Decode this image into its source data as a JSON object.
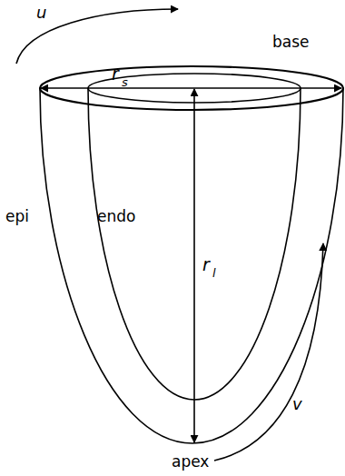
{
  "diagram": {
    "labels": [
      "u",
      "base",
      "r",
      "s",
      "epi",
      "endo",
      "r",
      "l",
      "v",
      "apex"
    ]
  }
}
